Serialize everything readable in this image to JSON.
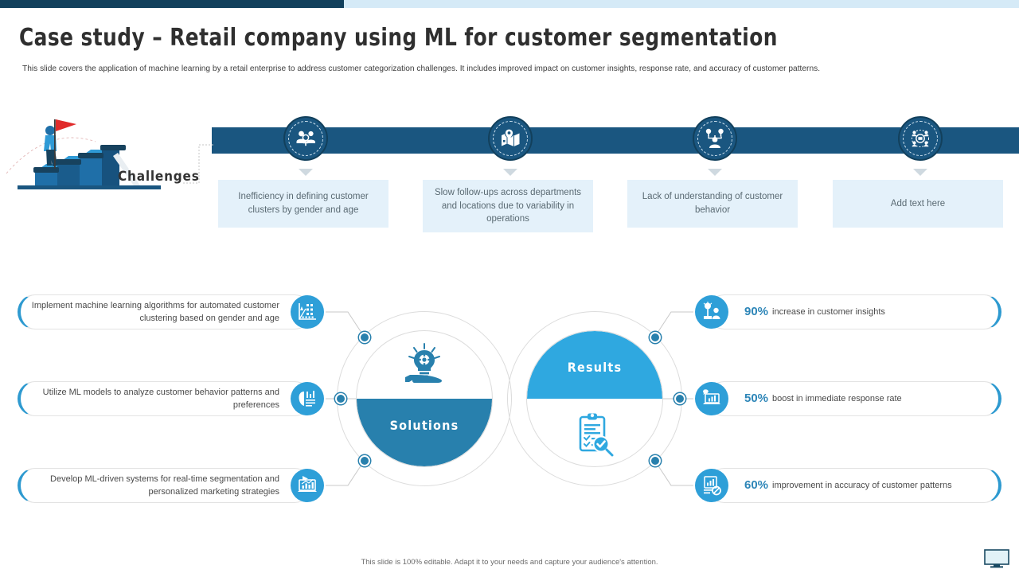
{
  "theme": {
    "dark_navy": "#12405c",
    "banner_blue": "#1a5680",
    "light_blue_bar": "#d5eaf7",
    "box_fill": "#e4f1fa",
    "accent_cyan": "#2e9fd8",
    "accent_teal": "#2880ad",
    "stat_color": "#2e86b8"
  },
  "header": {
    "title": "Case study – Retail company using ML for customer segmentation",
    "subtitle": "This slide covers the application of machine learning by a retail enterprise to address customer categorization challenges. It includes improved impact on customer insights, response rate, and accuracy of customer patterns."
  },
  "challenges": {
    "label": "Challenges",
    "items": [
      {
        "icon": "gender-customers-icon",
        "text": "Inefficiency in defining customer clusters by gender and age"
      },
      {
        "icon": "map-location-icon",
        "text": "Slow follow-ups across departments and locations due to variability in operations"
      },
      {
        "icon": "customer-insight-person-icon",
        "text": "Lack of understanding of customer behavior"
      },
      {
        "icon": "network-customers-icon",
        "text": "Add text here"
      }
    ]
  },
  "solutions": {
    "hub_label": "Solutions",
    "hub_icon": "lightbulb-gear-in-hand-icon",
    "items": [
      {
        "icon": "cluster-chart-icon",
        "text": "Implement machine learning algorithms for automated customer clustering based on gender and age"
      },
      {
        "icon": "behavior-analysis-icon",
        "text": "Utilize ML models to analyze customer behavior patterns and preferences"
      },
      {
        "icon": "marketing-dashboard-icon",
        "text": "Develop ML-driven systems for real-time segmentation and personalized marketing strategies"
      }
    ]
  },
  "results": {
    "hub_label": "Results",
    "hub_icon": "checklist-verified-icon",
    "items": [
      {
        "icon": "insight-bulb-person-icon",
        "value": "90%",
        "text": "increase in customer insights"
      },
      {
        "icon": "response-laptop-icon",
        "value": "50%",
        "text": "boost in immediate response rate"
      },
      {
        "icon": "accuracy-report-icon",
        "value": "60%",
        "text": "improvement in accuracy of customer patterns"
      }
    ]
  },
  "footer": {
    "note": "This slide is 100% editable. Adapt it to your needs and capture your audience's attention.",
    "icon": "monitor-icon"
  }
}
